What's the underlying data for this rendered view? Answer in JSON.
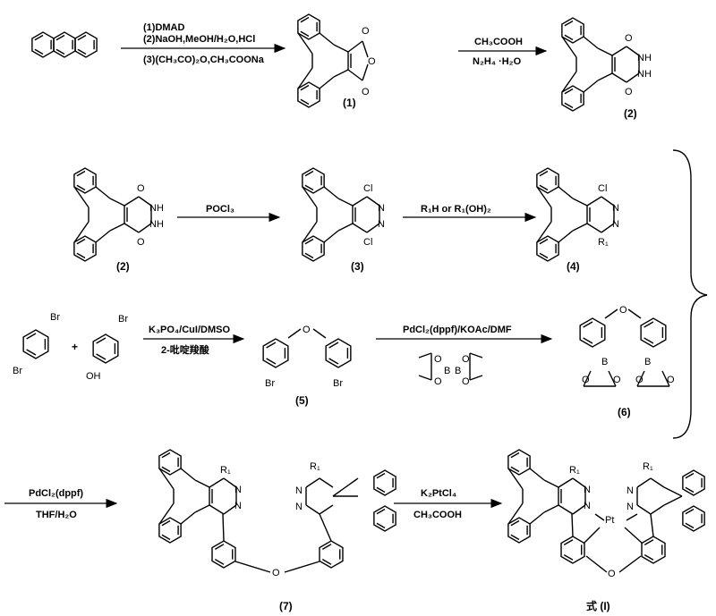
{
  "scheme": {
    "step1": {
      "reagent_line1": "(1)DMAD",
      "reagent_line2": "(2)NaOH,MeOH/H₂O,HCl",
      "reagent_line3": "(3)(CH₃CO)₂O,CH₃COONa"
    },
    "step2": {
      "above": "CH₃COOH",
      "below": "N₂H₄ ·H₂O"
    },
    "step3": {
      "above": "POCl₃"
    },
    "step4": {
      "above": "R₁H or R₁(OH)₂"
    },
    "step5": {
      "above": "K₃PO₄/CuI/DMSO",
      "below": "2-吡啶羧酸"
    },
    "step6": {
      "above": "PdCl₂(dppf)/KOAc/DMF",
      "b2pin2": {
        "O": "O",
        "B": "B"
      }
    },
    "step7": {
      "above": "PdCl₂(dppf)",
      "below": "THF/H₂O"
    },
    "step8": {
      "above": "K₂PtCl₄",
      "below": "CH₃COOH"
    },
    "plus": "+"
  },
  "compounds": {
    "c1": {
      "label": "(1)",
      "O": "O"
    },
    "c2": {
      "label": "(2)",
      "O": "O",
      "NH": "NH"
    },
    "c3": {
      "label": "(3)",
      "Cl": "Cl",
      "N": "N"
    },
    "c4": {
      "label": "(4)",
      "Cl": "Cl",
      "N": "N",
      "R1": "R₁"
    },
    "dibromobenzene": {
      "Br": "Br"
    },
    "bromophenol": {
      "Br": "Br",
      "OH": "OH"
    },
    "c5": {
      "label": "(5)",
      "Br": "Br",
      "O": "O"
    },
    "c6": {
      "label": "(6)",
      "O": "O",
      "B": "B"
    },
    "c7": {
      "label": "(7)",
      "R1": "R₁",
      "N": "N",
      "O": "O"
    },
    "formula_I": {
      "label": "式 (I)",
      "R1": "R₁",
      "N": "N",
      "O": "O",
      "Pt": "Pt"
    }
  }
}
